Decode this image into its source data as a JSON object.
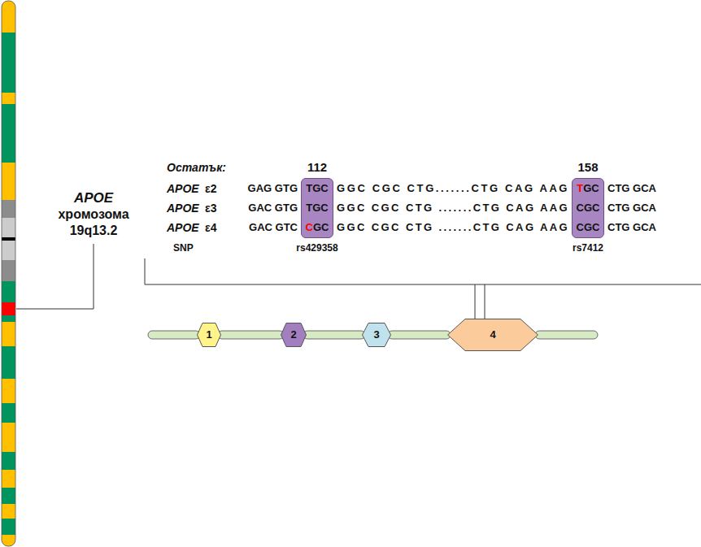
{
  "diagram": {
    "nodes": [
      {
        "text": [
          "TGC",
          "TGC",
          "C",
          "GC"
        ]
      },
      {
        "text": [
          "T",
          "GC",
          "CGC",
          "CGC"
        ]
      },
      {
        "text": [
          "1"
        ]
      },
      {
        "text": [
          "2"
        ]
      },
      {
        "text": [
          "3"
        ]
      },
      {
        "text": [
          "4"
        ]
      }
    ],
    "labels": [
      "APOE",
      "хромозома",
      "19q13.2",
      "Остатък:",
      "112",
      "158",
      "APOE",
      "ε2",
      "GAG GTG",
      "GGC CGC CTG.......CTG CAG AAG",
      "CTG GCA",
      "APOE",
      "ε3",
      "GAC GTG",
      "GGC CGC CTG .......CTG CAG AAG",
      "CTG GCA",
      "APOE",
      "ε4",
      "GAC GTC",
      "GGC CGC CTG .......CTG CAG AAG",
      "CTG GCA",
      "SNP",
      "rs429358",
      "rs7412"
    ]
  }
}
